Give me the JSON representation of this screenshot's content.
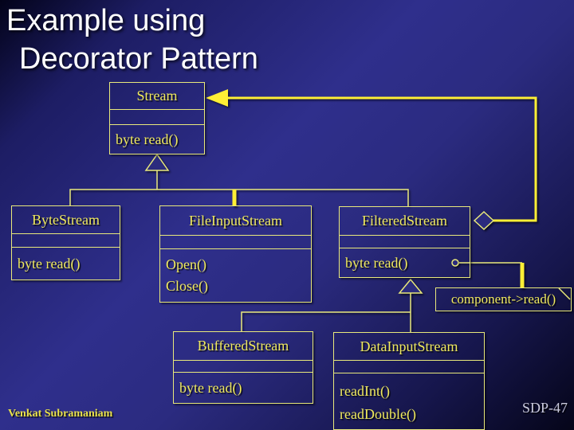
{
  "slide": {
    "title_lines": [
      "Example using",
      "Decorator Pattern"
    ],
    "footer_left": "Venkat Subramaniam",
    "footer_right": "SDP-47"
  },
  "colors": {
    "background_center": "#2f2f8c",
    "background_corner": "#05051a",
    "box_border": "#e9e97c",
    "diagram_text": "#efe95e",
    "bright_line": "#ffef35",
    "title_text": "#ffffff",
    "footer_left_text": "#e9e24a",
    "footer_right_text": "#cbcbdf"
  },
  "diagram": {
    "classes": [
      {
        "name": "Stream",
        "methods": [
          "byte read()"
        ]
      },
      {
        "name": "ByteStream",
        "methods": [
          "byte read()"
        ]
      },
      {
        "name": "FileInputStream",
        "methods": [
          "Open()",
          "Close()"
        ]
      },
      {
        "name": "FilteredStream",
        "methods": [
          "byte read()"
        ]
      },
      {
        "name": "BufferedStream",
        "methods": [
          "byte read()"
        ]
      },
      {
        "name": "DataInputStream",
        "methods": [
          "readInt()",
          "readDouble()"
        ]
      }
    ],
    "note": {
      "text": "component->read()"
    },
    "relations": [
      {
        "type": "generalization",
        "parent": "Stream",
        "children": [
          "ByteStream",
          "FileInputStream",
          "FilteredStream"
        ]
      },
      {
        "type": "generalization",
        "parent": "FilteredStream",
        "children": [
          "BufferedStream",
          "DataInputStream"
        ]
      },
      {
        "type": "aggregation",
        "whole": "FilteredStream",
        "part": "Stream"
      },
      {
        "type": "note-anchor",
        "attached_to": "FilteredStream.byte read()",
        "note_text": "component->read()"
      }
    ]
  }
}
